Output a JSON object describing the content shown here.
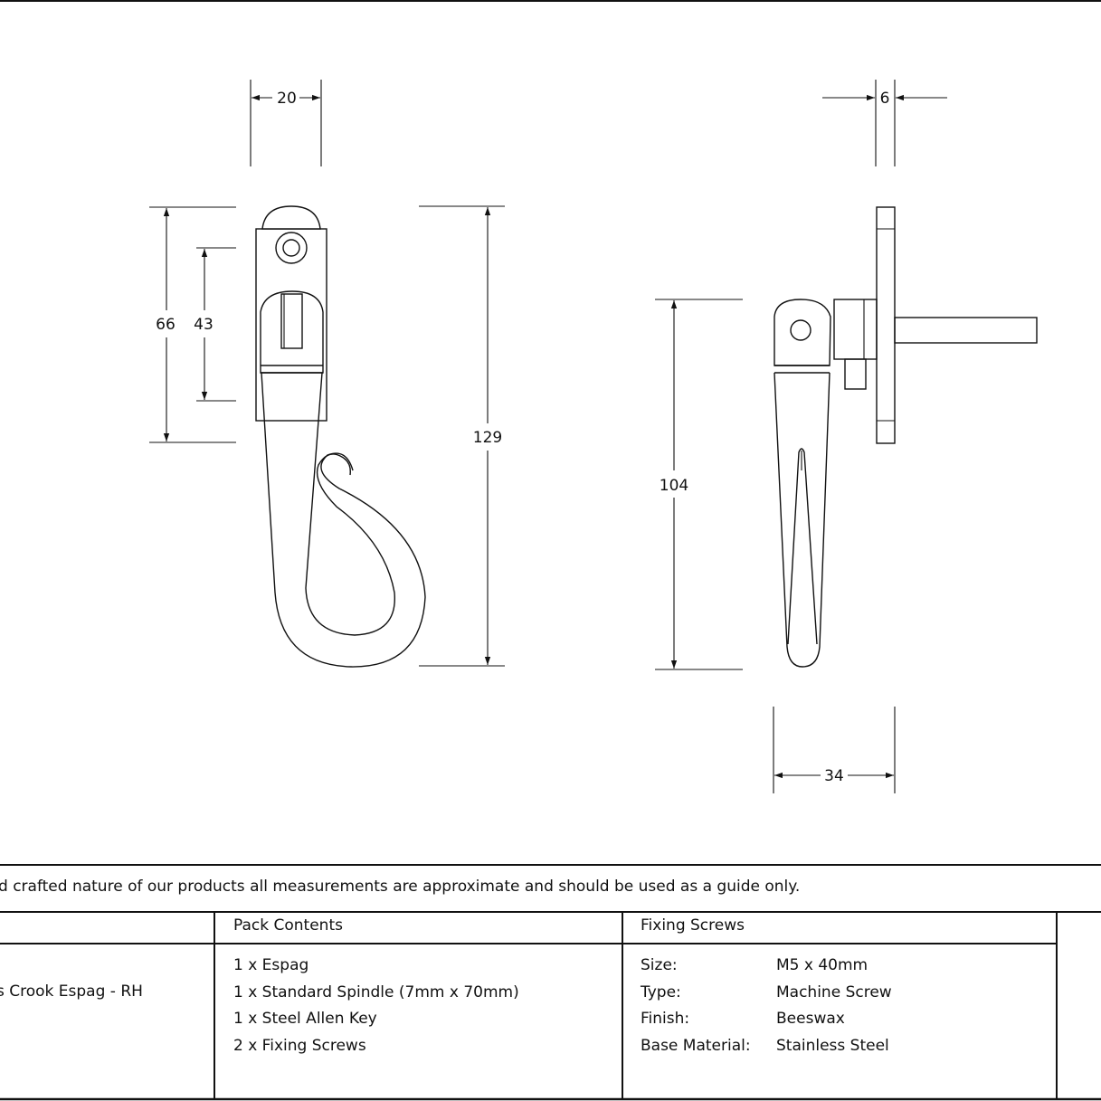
{
  "dimensions": {
    "front_width": "20",
    "front_height_outer": "66",
    "front_height_inner": "43",
    "front_total_height": "129",
    "side_depth": "6",
    "side_height": "104",
    "side_projection": "34"
  },
  "note": "d crafted nature of our products all measurements are approximate and should be used as a guide only.",
  "table": {
    "product_name_fragment": "s Crook Espag - RH",
    "pack_contents": {
      "header": "Pack Contents",
      "items": [
        "1 x Espag",
        "1 x Standard Spindle (7mm x 70mm)",
        "1 x Steel Allen Key",
        "2 x Fixing Screws"
      ]
    },
    "fixing_screws": {
      "header": "Fixing Screws",
      "labels": [
        "Size:",
        "Type:",
        "Finish:",
        "Base Material:"
      ],
      "values": [
        "M5 x 40mm",
        "Machine Screw",
        "Beeswax",
        "Stainless Steel"
      ]
    }
  }
}
